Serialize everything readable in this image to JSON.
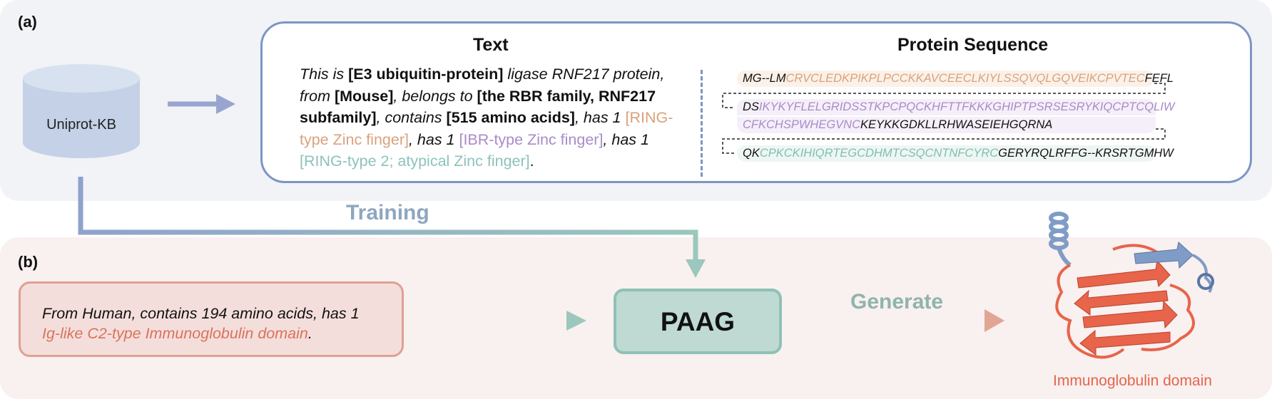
{
  "panel_a": {
    "label": "(a)"
  },
  "panel_b": {
    "label": "(b)"
  },
  "database": {
    "label": "Uniprot-KB"
  },
  "example": {
    "text_title": "Text",
    "sequence_title": "Protein Sequence",
    "description": {
      "p1": "This is ",
      "b1": "[E3 ubiquitin-protein]",
      "p2": " ligase RNF217 protein, from ",
      "b2": "[Mouse]",
      "p3": ", belongs to ",
      "b3": "[the RBR family, RNF217 subfamily]",
      "p4": ", contains ",
      "b4": "[515 amino acids]",
      "p5": ", has 1 ",
      "d1": "[RING-type Zinc finger]",
      "p6": ", has 1 ",
      "d2": "[IBR-type Zinc finger]",
      "p7": ", has 1 ",
      "d3": "[RING-type 2; atypical Zinc finger]",
      "p8": "."
    },
    "sequence": {
      "line1_a": "MG--LM",
      "line1_b": "CRVCLEDKPIKPLPCCKKAVCEECLKIYLSSQVQLGQVEIKCPVTEC",
      "line1_c": "FEFL",
      "line2_a": "DS",
      "line2_b": "IKYKYFLELGRIDSSTKPCPQCKHFTTFKKKGHIPTPSRSESRYKIQCPTCQLIW",
      "line3_b": "CFKCHSPWHEGVNC",
      "line3_c": "KEYKKGDKLLRHWASEIEHGQRNA",
      "line4_a": "QK",
      "line4_b": "CPKCKIHIQRTEGCDHMTCSQCNTNFCYRC",
      "line4_c": "GERYRQLRFFG--KRSRTGMHW"
    }
  },
  "flow": {
    "training_label": "Training",
    "generate_label": "Generate"
  },
  "input": {
    "prefix": "From Human, contains 194 amino acids, has 1 ",
    "domain": "Ig-like C2-type Immunoglobulin domain",
    "suffix": "."
  },
  "model": {
    "label": "PAAG"
  },
  "output": {
    "caption": "Immunoglobulin domain"
  },
  "colors": {
    "panel_a_bg": "#f1f3f7",
    "panel_b_bg": "#f9f0f0",
    "blue_accent": "#7e95c4",
    "orange_domain": "#d9a27c",
    "purple_domain": "#a88bc8",
    "teal_domain": "#8cc3ba",
    "red_accent": "#e4654a"
  },
  "icons": [
    "database-icon",
    "protein-structure-icon"
  ]
}
